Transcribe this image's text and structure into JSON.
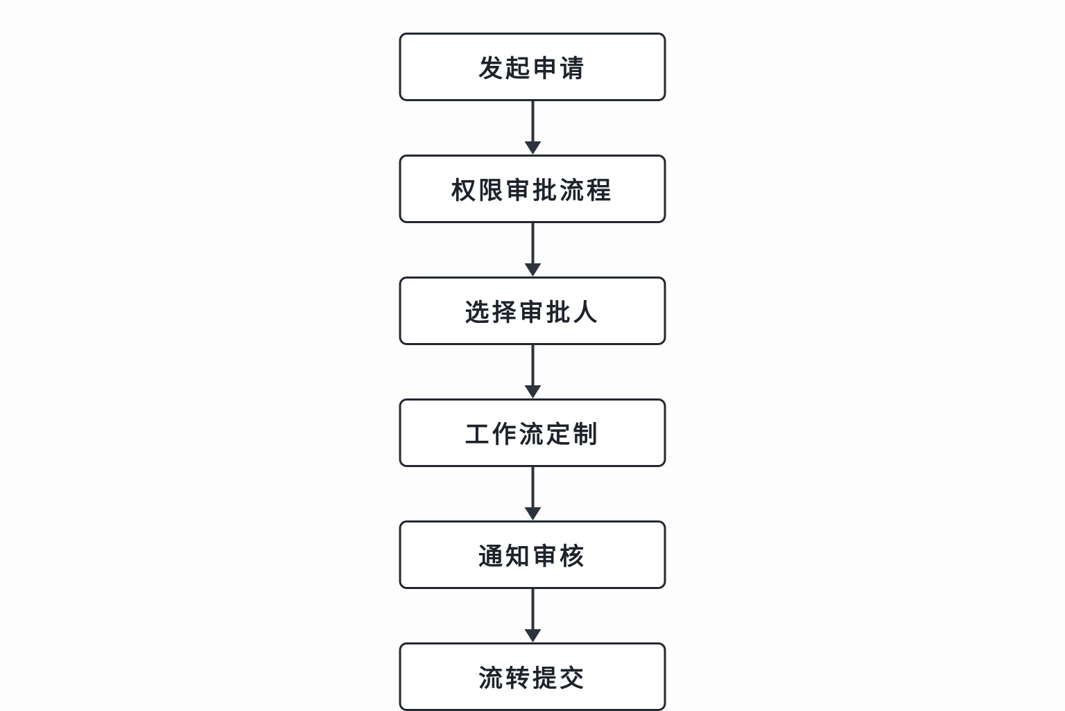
{
  "flowchart": {
    "direction": "top-down",
    "background_color": "#fdfdfe",
    "node_fill_color": "#ffffff",
    "node_border_color": "#23282f",
    "text_color": "#1e232a",
    "arrow_color": "#2d333c",
    "nodes": [
      {
        "id": "node-1",
        "label": "发起申请"
      },
      {
        "id": "node-2",
        "label": "权限审批流程"
      },
      {
        "id": "node-3",
        "label": "选择审批人"
      },
      {
        "id": "node-4",
        "label": "工作流定制"
      },
      {
        "id": "node-5",
        "label": "通知审核"
      },
      {
        "id": "node-6",
        "label": "流转提交"
      }
    ],
    "edges": [
      {
        "from": "node-1",
        "to": "node-2"
      },
      {
        "from": "node-2",
        "to": "node-3"
      },
      {
        "from": "node-3",
        "to": "node-4"
      },
      {
        "from": "node-4",
        "to": "node-5"
      },
      {
        "from": "node-5",
        "to": "node-6"
      }
    ]
  }
}
